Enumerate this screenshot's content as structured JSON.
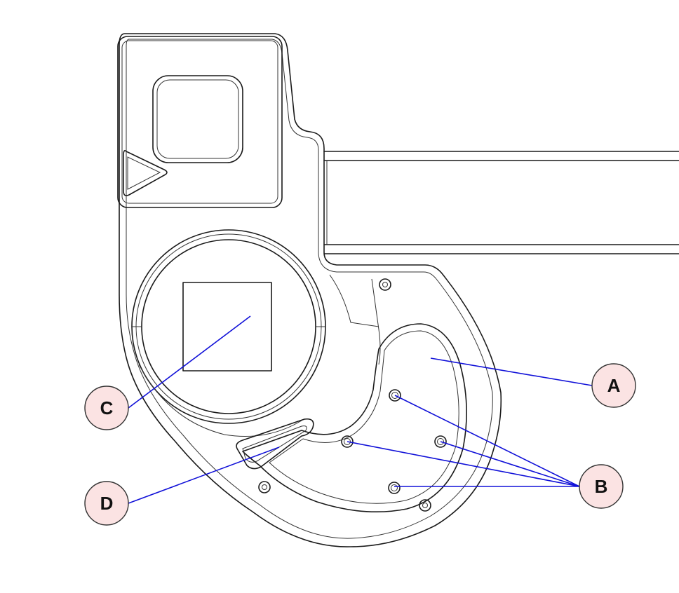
{
  "callouts": [
    {
      "id": "A",
      "label": "A",
      "points_to": "recessed-pocket"
    },
    {
      "id": "B",
      "label": "B",
      "points_to": "mounting-holes"
    },
    {
      "id": "C",
      "label": "C",
      "points_to": "square-insert"
    },
    {
      "id": "D",
      "label": "D",
      "points_to": "slot"
    }
  ],
  "colors": {
    "leader_line": "#1010d8",
    "callout_fill": "#fbe3e3",
    "outline": "#1a1a1a"
  }
}
